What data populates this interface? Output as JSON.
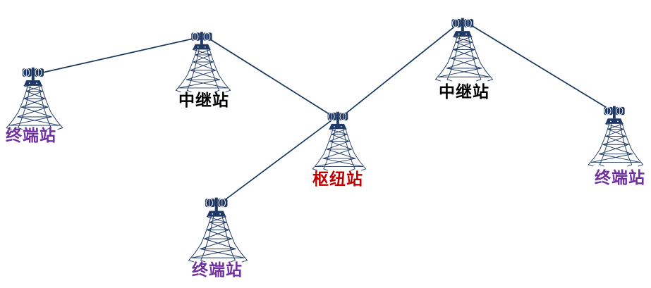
{
  "diagram": {
    "colors": {
      "tower": "#1F3864",
      "link": "#17375E",
      "terminal": "#7030A0",
      "relay": "#000000",
      "hub": "#C00000"
    },
    "stations": [
      {
        "id": "terminal-left",
        "label": "终端站",
        "type": "terminal"
      },
      {
        "id": "relay-left",
        "label": "中继站",
        "type": "relay"
      },
      {
        "id": "hub-center",
        "label": "枢纽站",
        "type": "hub"
      },
      {
        "id": "relay-right",
        "label": "中继站",
        "type": "relay"
      },
      {
        "id": "terminal-right",
        "label": "终端站",
        "type": "terminal"
      },
      {
        "id": "terminal-bottom",
        "label": "终端站",
        "type": "terminal"
      }
    ],
    "links": [
      {
        "from": "terminal-left",
        "to": "relay-left"
      },
      {
        "from": "relay-left",
        "to": "hub-center"
      },
      {
        "from": "hub-center",
        "to": "relay-right"
      },
      {
        "from": "relay-right",
        "to": "terminal-right"
      },
      {
        "from": "hub-center",
        "to": "terminal-bottom"
      }
    ]
  }
}
